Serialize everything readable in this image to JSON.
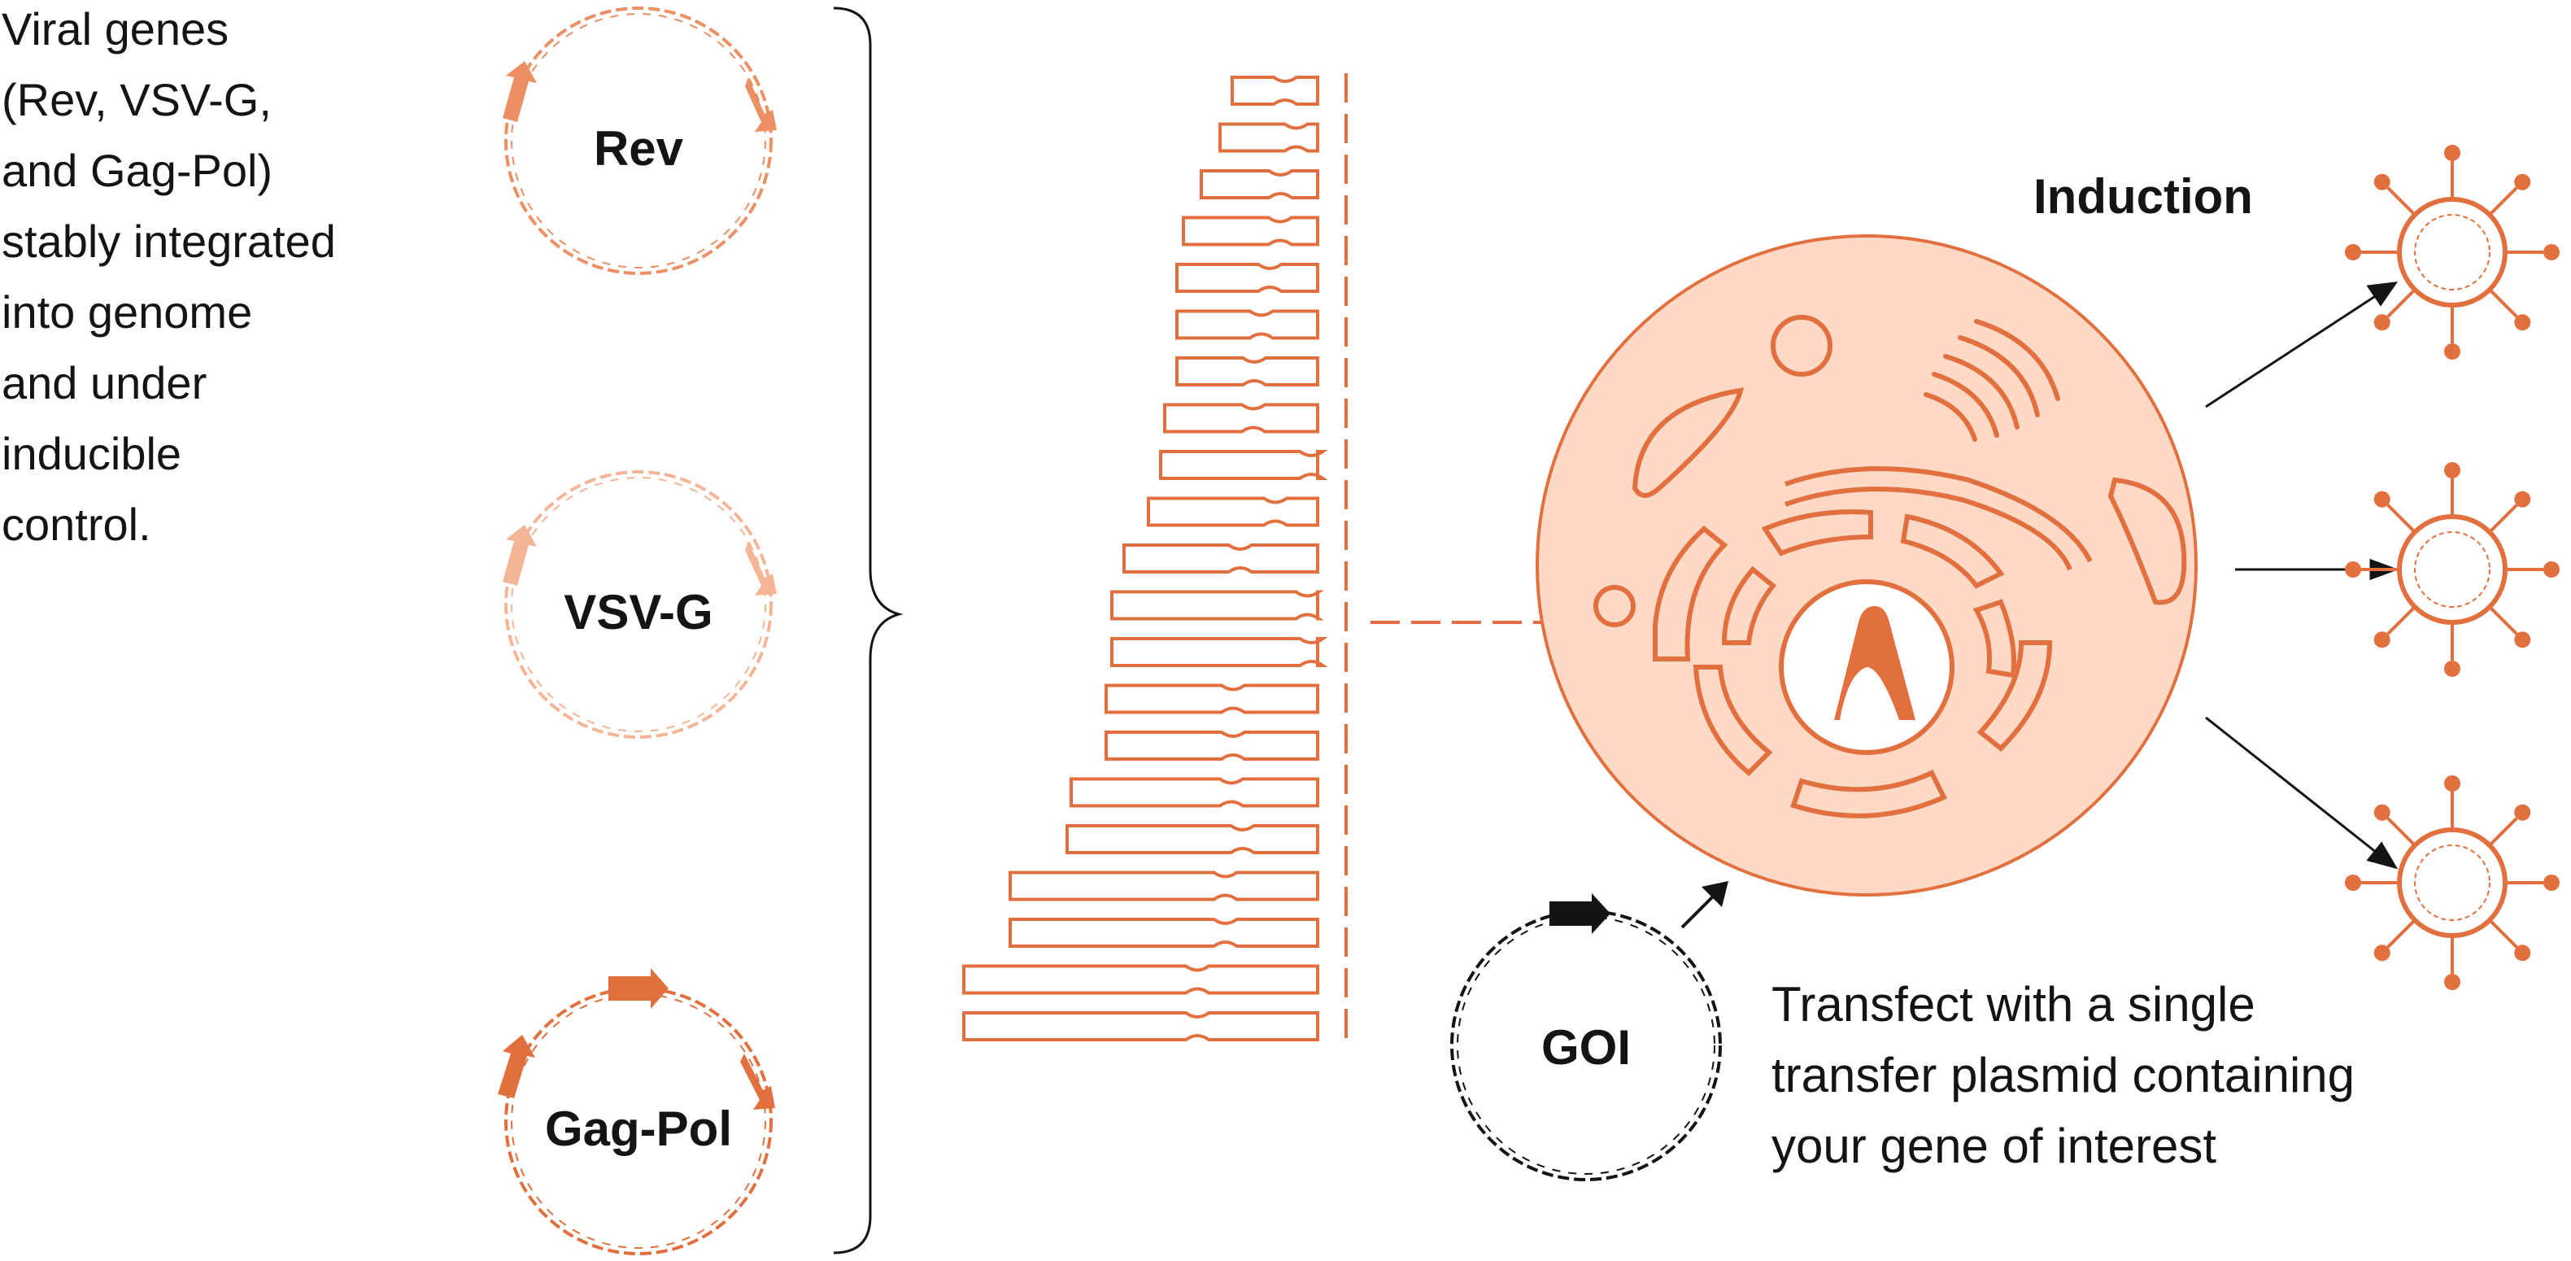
{
  "colors": {
    "accent": "#e2703f",
    "accent_mid": "#ec8f62",
    "accent_light": "#f4b596",
    "cell_fill": "#fdd9c6",
    "dark": "#141414",
    "white": "#ffffff"
  },
  "left_caption": {
    "lines": [
      "Viral genes",
      "(Rev, VSV-G,",
      "and Gag-Pol)",
      "stably integrated",
      "into genome",
      "and under",
      "inducible",
      "control."
    ]
  },
  "plasmids": [
    {
      "label": "Rev"
    },
    {
      "label": "VSV-G"
    },
    {
      "label": "Gag-Pol"
    }
  ],
  "goi": {
    "label": "GOI"
  },
  "induction": {
    "label": "Induction"
  },
  "transfect_caption": {
    "lines": [
      "Transfect with a single",
      "transfer plasmid containing",
      "your gene of interest"
    ]
  },
  "icons": {
    "logo": "letter-a-logo-icon",
    "virus": "lentivirus-particle-icon",
    "chromosome": "chromosome-icon",
    "cell": "cell-icon",
    "plasmid": "plasmid-icon"
  }
}
